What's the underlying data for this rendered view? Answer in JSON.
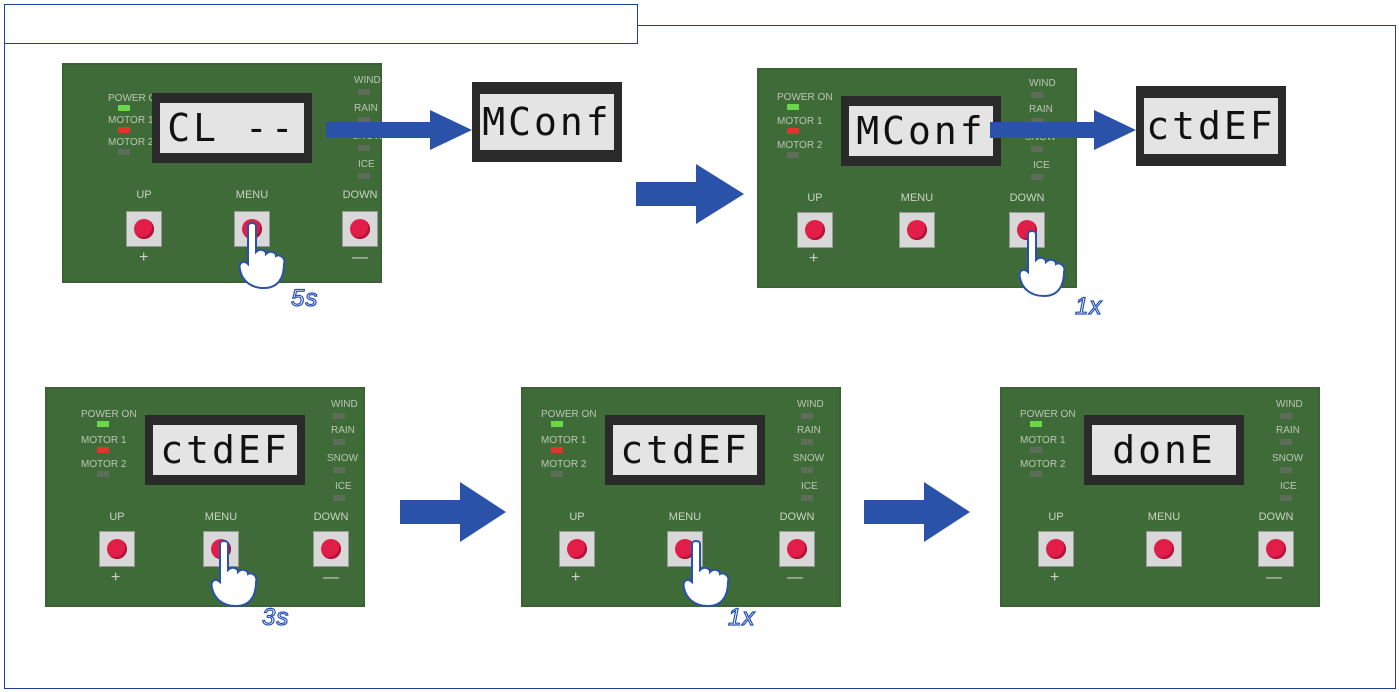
{
  "board_labels": {
    "power_on": "POWER ON",
    "motor1": "MOTOR 1",
    "motor2": "MOTOR 2",
    "wind": "WIND",
    "rain": "RAIN",
    "snow": "SNOW",
    "ice": "ICE",
    "up": "UP",
    "menu": "MENU",
    "down": "DOWN",
    "plus": "+",
    "minus": "—"
  },
  "steps": [
    {
      "display": "CL --",
      "side_display": "MConf",
      "action": "5s"
    },
    {
      "display": "MConf",
      "side_display": "ctdEF",
      "action": "1x"
    },
    {
      "display": "ctdEF",
      "action": "3s"
    },
    {
      "display": "ctdEF",
      "action": "1x"
    },
    {
      "display": "donE"
    }
  ],
  "colors": {
    "board": "#3f6b38",
    "arrow": "#2a52a8",
    "frame": "#1f3f9a",
    "button": "#e11d48",
    "led_green": "#6cd64a",
    "led_red": "#e0342c"
  }
}
